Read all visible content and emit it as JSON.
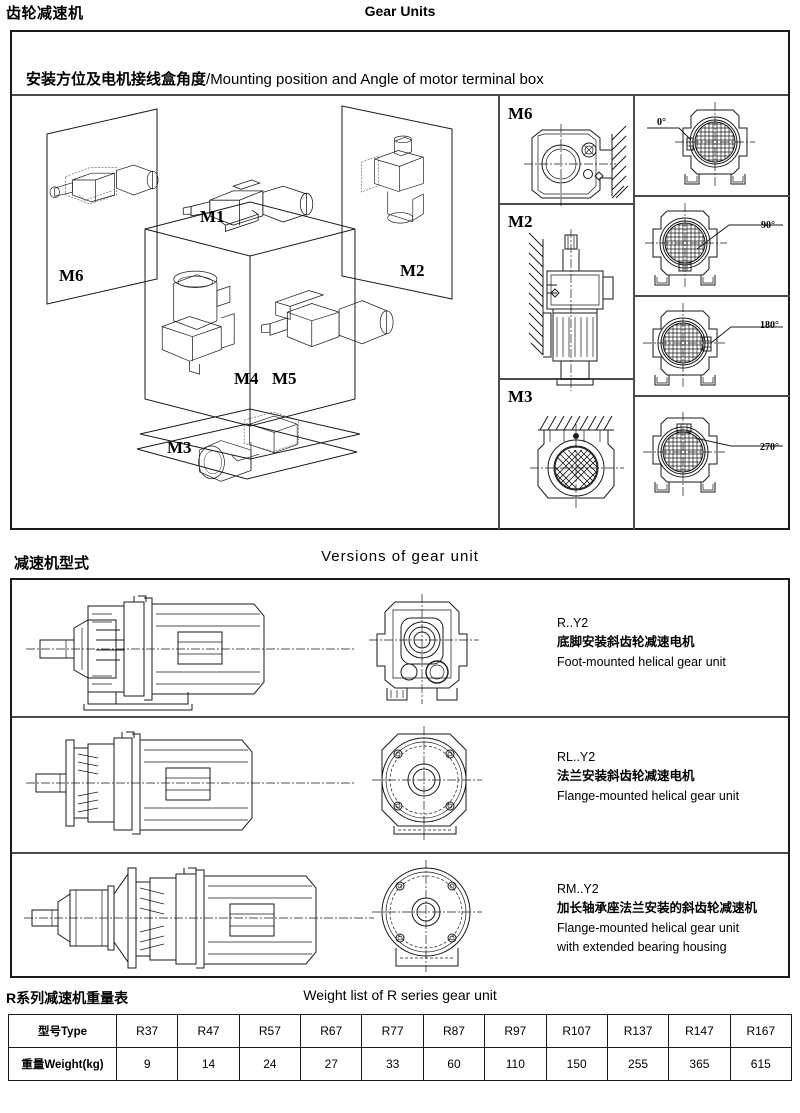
{
  "header": {
    "title_cn": "齿轮减速机",
    "title_en": "Gear Units"
  },
  "section_mounting": {
    "heading_cn": "安装方位及电机接线盒角度",
    "heading_sep": "/",
    "heading_en": "Mounting  position and Angle of motor terminal box",
    "isometric_labels": [
      "M6",
      "M1",
      "M2",
      "M4",
      "M5",
      "M3"
    ],
    "position_rows": [
      {
        "label": "M6"
      },
      {
        "label": "M2"
      },
      {
        "label": "M3"
      }
    ],
    "terminal_box_angles": [
      "0°",
      "90°",
      "180°",
      "270°"
    ]
  },
  "section_versions": {
    "heading_cn": "减速机型式",
    "heading_en": "Versions  of  gear  unit",
    "rows": [
      {
        "code": "R..Y2",
        "desc_cn": "底脚安装斜齿轮减速电机",
        "desc_en": "Foot-mounted  helical gear unit",
        "desc_en2": ""
      },
      {
        "code": "RL..Y2",
        "desc_cn": "法兰安装斜齿轮减速电机",
        "desc_en": "Flange-mounted helical gear unit",
        "desc_en2": ""
      },
      {
        "code": "RM..Y2",
        "desc_cn": "加长轴承座法兰安装的斜齿轮减速机",
        "desc_en": "Flange-mounted helical gear unit",
        "desc_en2": "with extended bearing housing"
      }
    ]
  },
  "section_weight": {
    "heading_cn": "R系列减速机重量表",
    "heading_en": "Weight list of R series gear unit",
    "row_labels": [
      "型号Type",
      "重量Weight(kg)"
    ],
    "types": [
      "R37",
      "R47",
      "R57",
      "R67",
      "R77",
      "R87",
      "R97",
      "R107",
      "R137",
      "R147",
      "R167"
    ],
    "weights": [
      "9",
      "14",
      "24",
      "27",
      "33",
      "60",
      "110",
      "150",
      "255",
      "365",
      "615"
    ]
  },
  "colors": {
    "line": "#1a1a1a",
    "grid": "#4a4a4a",
    "background": "#ffffff"
  }
}
